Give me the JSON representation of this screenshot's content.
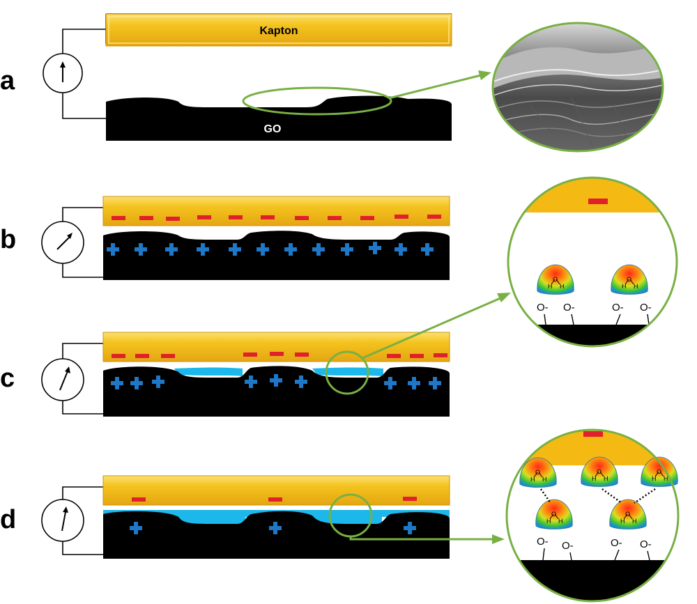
{
  "panels": {
    "a": {
      "letter": "a",
      "top_label": "Kapton",
      "bottom_label": "GO"
    },
    "b": {
      "letter": "b"
    },
    "c": {
      "letter": "c"
    },
    "d": {
      "letter": "d"
    }
  },
  "zoom": {
    "oxygen_label": "O-",
    "water_o": "O",
    "water_h": "H"
  },
  "colors": {
    "kapton": "#F2BE1E",
    "kapton_light": "#FBE27A",
    "go": "#000000",
    "negative_charge": "#E0202A",
    "positive_charge": "#1F77C8",
    "water": "#1CB8EC",
    "connector": "#78B043"
  }
}
